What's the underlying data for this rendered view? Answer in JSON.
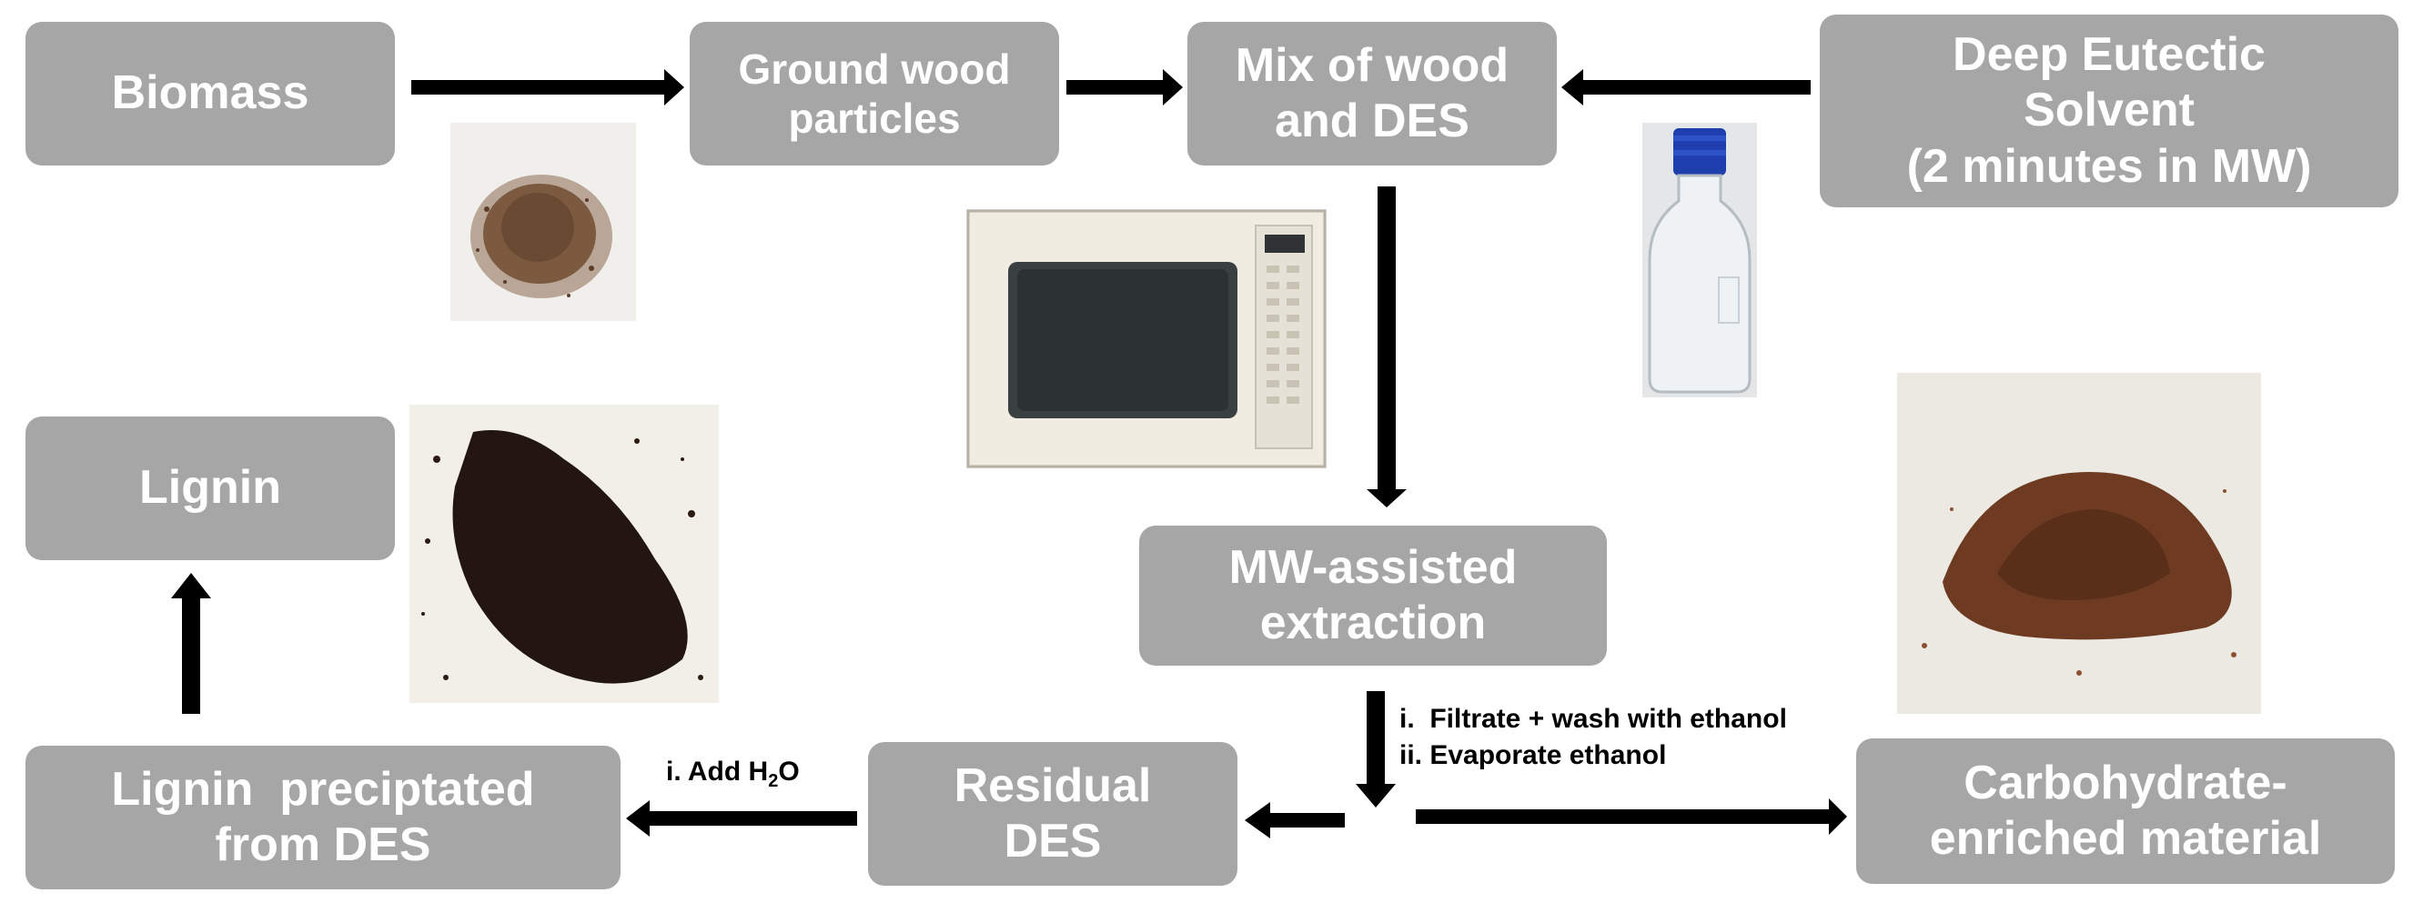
{
  "nodes": {
    "biomass": [
      "Biomass"
    ],
    "ground_wood": [
      "Ground wood",
      "particles"
    ],
    "mix": [
      "Mix of wood",
      "and DES"
    ],
    "des": [
      "Deep Eutectic",
      "Solvent",
      "(2 minutes in MW)"
    ],
    "lignin": [
      "Lignin"
    ],
    "mw_extraction": [
      "MW-assisted",
      "extraction"
    ],
    "lignin_precipitated": [
      "Lignin  preciptated",
      "from DES"
    ],
    "residual_des": [
      "Residual",
      "DES"
    ],
    "carbohydrate": [
      "Carbohydrate-",
      "enriched material"
    ]
  },
  "notes": {
    "filtrate": "i.  Filtrate + wash with ethanol",
    "evaporate": "ii. Evaporate ethanol",
    "add_water_prefix": "i. Add H",
    "add_water_sub": "2",
    "add_water_suffix": "O"
  },
  "colors": {
    "box": "#a6a6a6",
    "box_text": "#ffffff",
    "arrow": "#000000"
  }
}
